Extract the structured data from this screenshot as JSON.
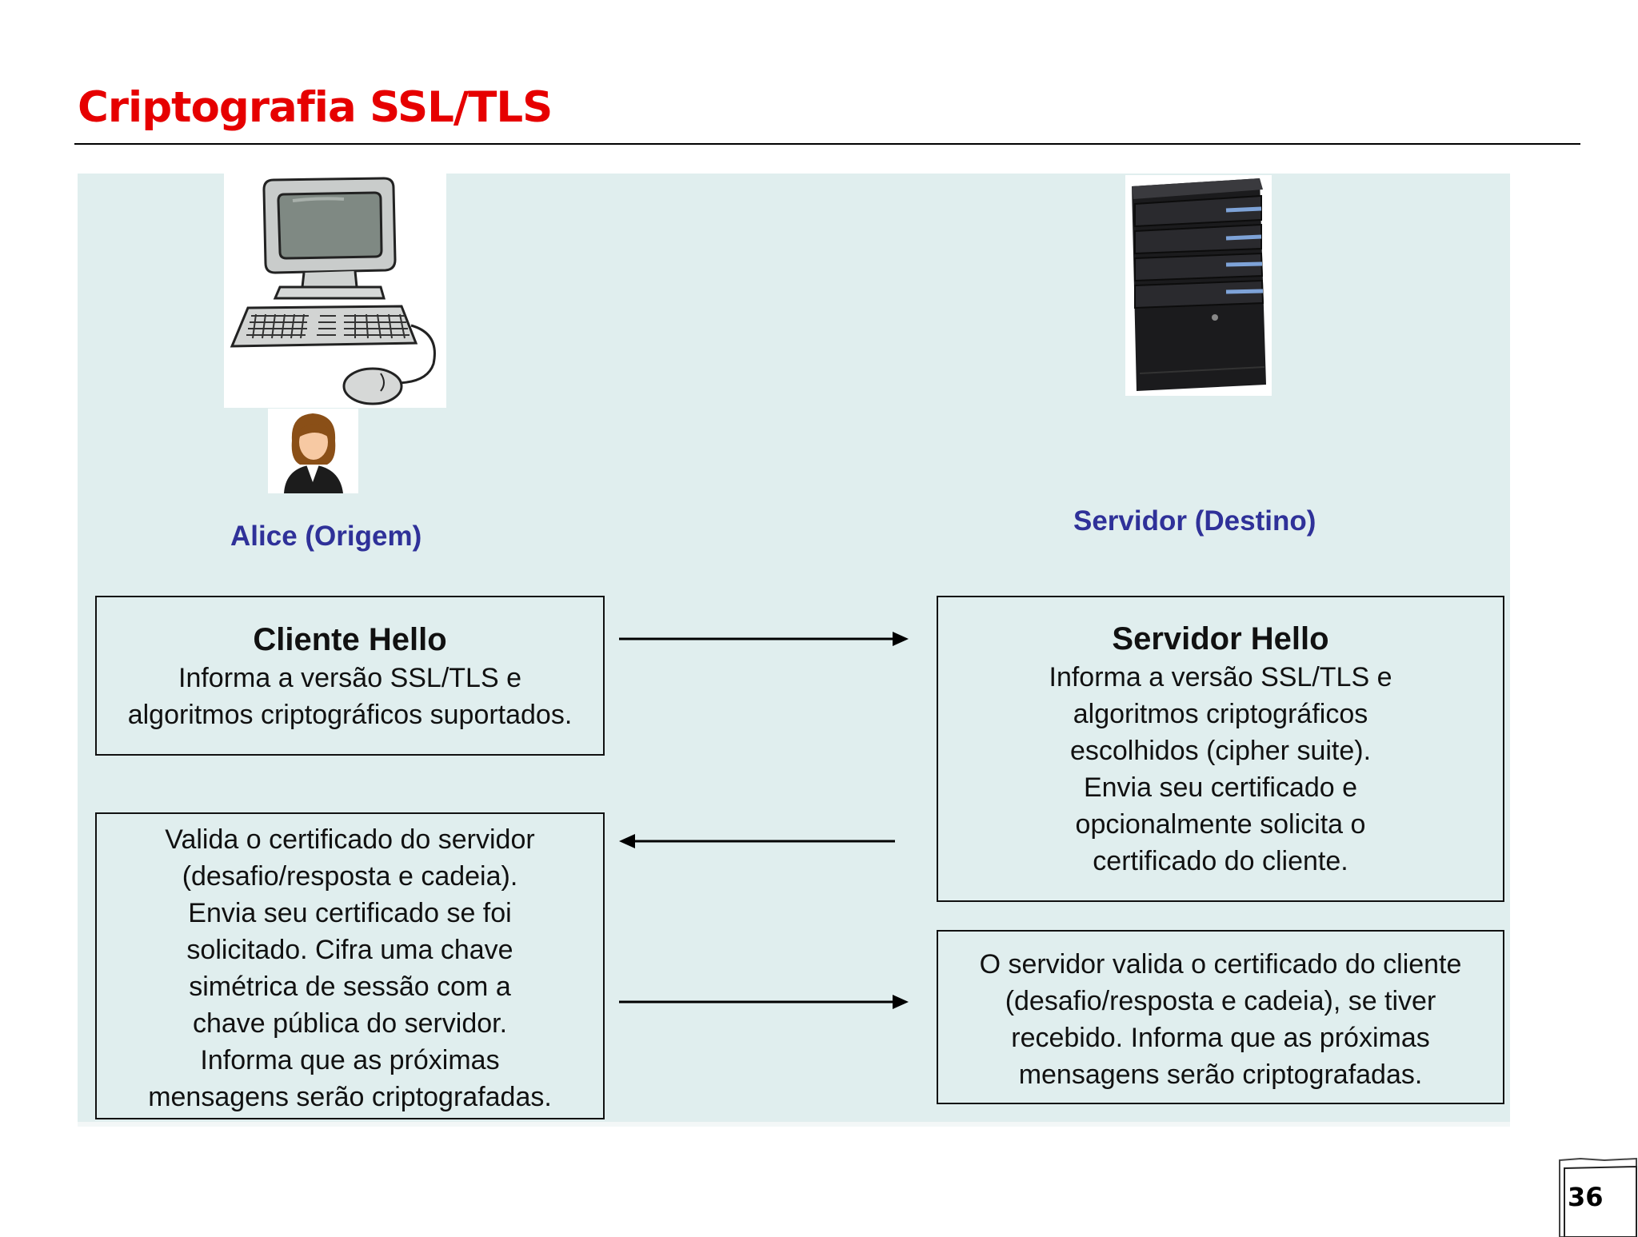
{
  "title": "Criptografia SSL/TLS",
  "nodes": {
    "client": "Alice (Origem)",
    "server": "Servidor (Destino)"
  },
  "boxes": {
    "client_hello": {
      "head": "Cliente Hello",
      "lines": [
        "Informa a versão SSL/TLS e",
        "algoritmos criptográficos suportados."
      ]
    },
    "server_hello": {
      "head": "Servidor Hello",
      "lines": [
        "Informa a versão SSL/TLS e",
        "algoritmos criptográficos",
        "escolhidos (cipher suite).",
        "Envia seu certificado e",
        "opcionalmente solicita o",
        "certificado do cliente."
      ]
    },
    "client_validate": {
      "lines": [
        "Valida o certificado do servidor",
        "(desafio/resposta e cadeia).",
        "Envia seu certificado se foi",
        "solicitado. Cifra uma chave",
        "simétrica de sessão com a",
        "chave pública do servidor.",
        "Informa que as próximas",
        "mensagens serão criptografadas."
      ]
    },
    "server_validate": {
      "lines": [
        "O servidor valida o certificado do cliente",
        "(desafio/resposta e cadeia), se tiver",
        "recebido. Informa que as próximas",
        "mensagens serão criptografadas."
      ]
    }
  },
  "page_number": "36",
  "icons": {
    "client": "desktop-computer-icon",
    "user": "woman-user-icon",
    "server": "server-tower-icon"
  },
  "colors": {
    "title": "#e60000",
    "node_label": "#2f3199",
    "panel": "#e0eeee"
  }
}
